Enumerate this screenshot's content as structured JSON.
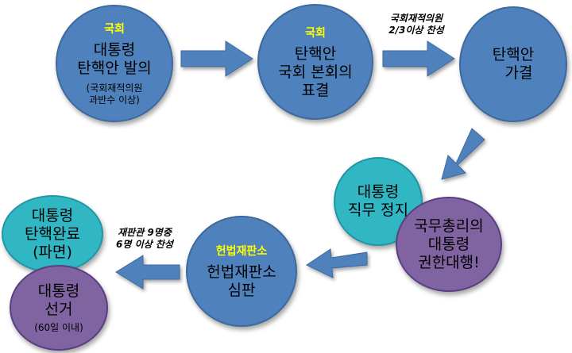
{
  "nodes": {
    "proposal": {
      "tag": "국회",
      "main": [
        "대통령",
        "탄핵안 발의"
      ],
      "sub": [
        "(국회재적의원",
        "과반수 이상)"
      ]
    },
    "vote": {
      "tag": "국회",
      "main": [
        "탄핵안",
        "국회 본회의",
        "표결"
      ]
    },
    "passed": {
      "main": [
        "탄핵안",
        "가결"
      ]
    },
    "suspension": {
      "main": [
        "대통령",
        "직무 정지"
      ]
    },
    "acting": {
      "main": [
        "국무총리의",
        "대통령",
        "권한대행!"
      ]
    },
    "court": {
      "tag": "헌법재판소",
      "main": [
        "헌법재판소",
        "심판"
      ]
    },
    "removed": {
      "main": [
        "대통령",
        "탄핵완료",
        "(파면)"
      ]
    },
    "election": {
      "main": [
        "대통령",
        "선거"
      ],
      "sub": [
        "(60일 이내)"
      ]
    }
  },
  "notes": {
    "assembly_vote": [
      "국회재적의원",
      "2/3이상 찬성"
    ],
    "court_vote": [
      "재판관 9명중",
      "6명 이상 찬성"
    ]
  },
  "colors": {
    "blue": "#4f81bd",
    "teal": "#31b6c4",
    "purple": "#8064a2",
    "tag": "#ffff00"
  }
}
